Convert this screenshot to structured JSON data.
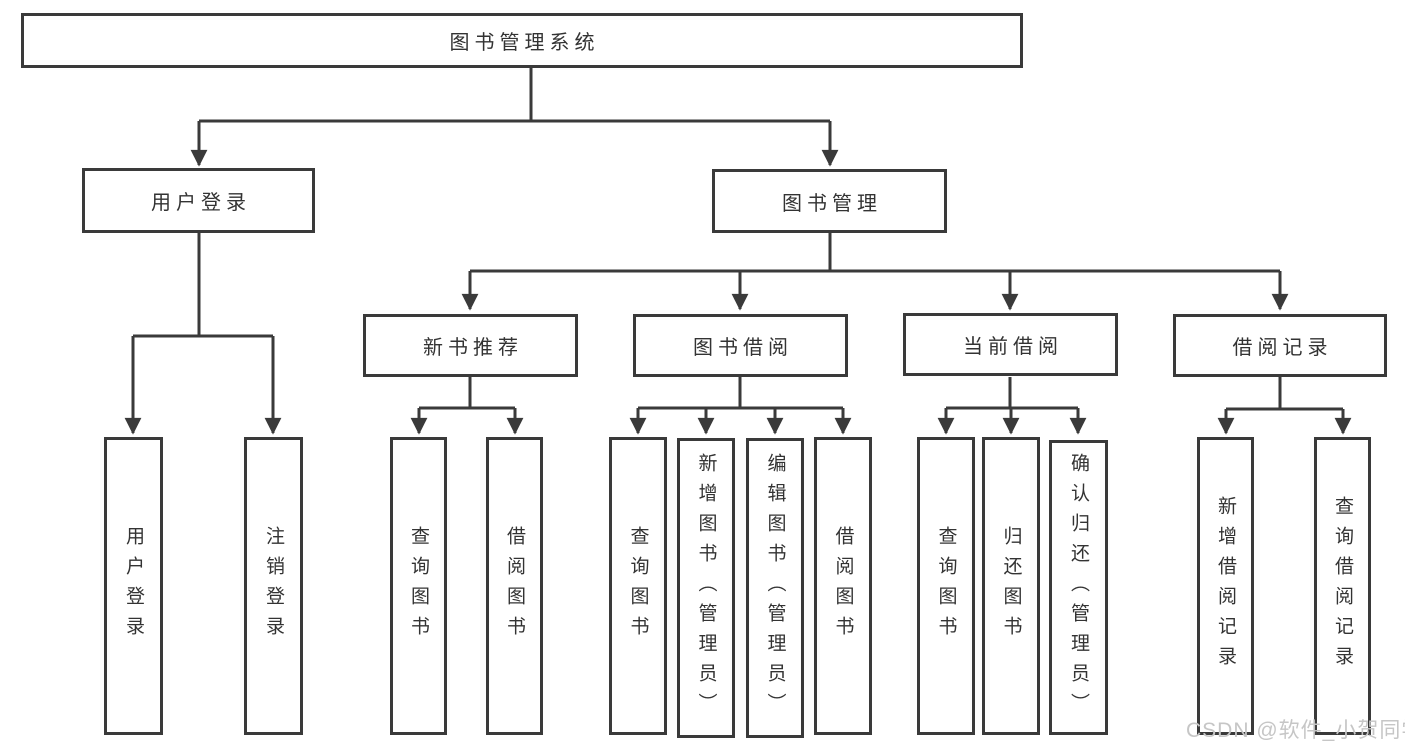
{
  "diagram_title": "图书管理系统",
  "watermark": "CSDN @软件_小贺同学",
  "colors": {
    "line": "#3a3a3a",
    "box_border": "#3a3a3a",
    "text": "#333333",
    "watermark": "#c6c6c6",
    "background": "#ffffff"
  },
  "root": {
    "label": "图书管理系统"
  },
  "branches": {
    "user_login": {
      "label": "用户登录",
      "children": [
        "用户登录",
        "注销登录"
      ]
    },
    "book_mgmt": {
      "label": "图书管理",
      "sections": {
        "new_books": {
          "label": "新书推荐",
          "children": [
            "查询图书",
            "借阅图书"
          ]
        },
        "borrowing": {
          "label": "图书借阅",
          "children": [
            "查询图书",
            "新增图书（管理员）",
            "编辑图书（管理员）",
            "借阅图书"
          ]
        },
        "current": {
          "label": "当前借阅",
          "children": [
            "查询图书",
            "归还图书",
            "确认归还（管理员）"
          ]
        },
        "records": {
          "label": "借阅记录",
          "children": [
            "新增借阅记录",
            "查询借阅记录"
          ]
        }
      }
    }
  }
}
